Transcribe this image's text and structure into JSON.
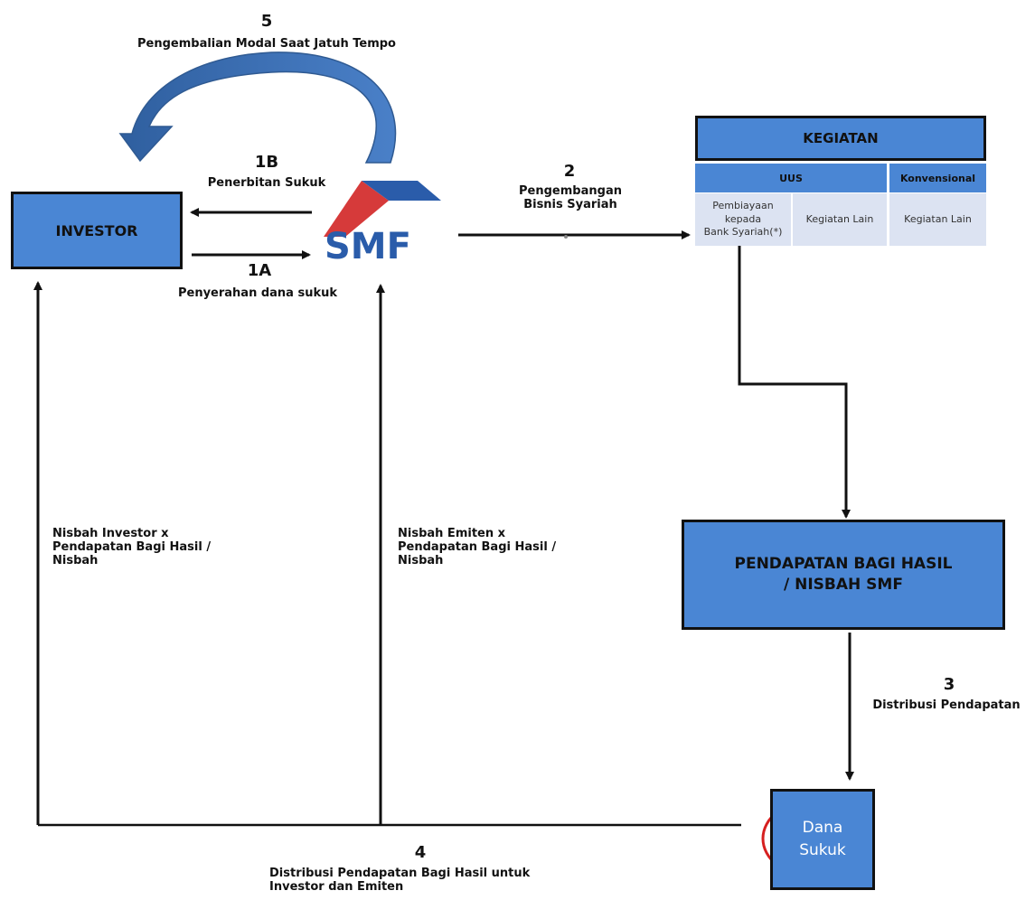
{
  "steps": {
    "s5": {
      "number": "5",
      "label": "Pengembalian Modal Saat Jatuh Tempo"
    },
    "s1b": {
      "number": "1B",
      "label": "Penerbitan Sukuk"
    },
    "s1a": {
      "number": "1A",
      "label": "Penyerahan dana sukuk"
    },
    "s2": {
      "number": "2",
      "label": "Pengembangan\nBisnis Syariah"
    },
    "s3": {
      "number": "3",
      "label": "Distribusi Pendapatan"
    },
    "s4": {
      "number": "4",
      "label": "Distribusi Pendapatan Bagi Hasil untuk\nInvestor dan Emiten"
    }
  },
  "nodes": {
    "investor": "INVESTOR",
    "smf_logo": "SMF",
    "kegiatan": {
      "title": "KEGIATAN",
      "uus": "UUS",
      "konvensional": "Konvensional",
      "pembiayaan": "Pembiayaan\nkepada\nBank Syariah(*)",
      "kegiatan_lain_uus": "Kegiatan  Lain",
      "kegiatan_lain_konv": "Kegiatan  Lain"
    },
    "pendapatan": "PENDAPATAN  BAGI HASIL\n/ NISBAH SMF",
    "dana_sukuk": "Dana\nSukuk"
  },
  "flow_labels": {
    "nisbah_investor": "Nisbah Investor x\nPendapatan Bagi Hasil /\nNisbah",
    "nisbah_emiten": "Nisbah Emiten x\nPendapatan Bagi Hasil /\nNisbah"
  },
  "colors": {
    "box_blue": "#4a86d4",
    "cell_light": "#dce3f2",
    "arrow_blue": "#3f6fb3",
    "logo_red": "#d63a3a",
    "logo_blue": "#2a5caa",
    "circle_red": "#d62020"
  }
}
